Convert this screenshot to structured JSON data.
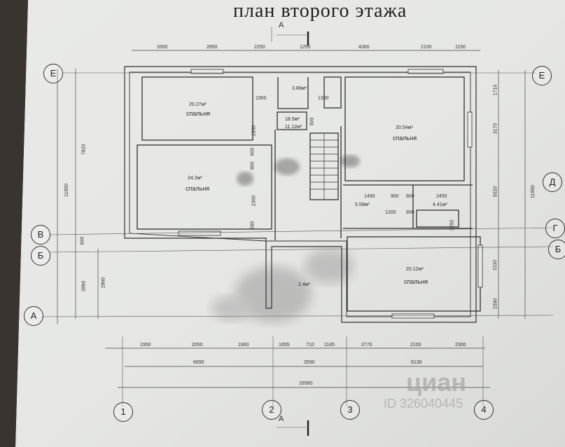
{
  "plan": {
    "title": "план второго этажа",
    "section_mark": "A",
    "rooms": [
      {
        "area": "20.27м²",
        "label": "спальня"
      },
      {
        "area": "24.2м²",
        "label": "спальня"
      },
      {
        "area": "20.54м²",
        "label": "спальня"
      },
      {
        "area": "20.12м²",
        "label": "спальня"
      },
      {
        "area": "3.88м²",
        "label": ""
      },
      {
        "area": "18.5м²",
        "label": ""
      },
      {
        "area": "11.12м²",
        "label": ""
      },
      {
        "area": "5.58м²",
        "label": ""
      },
      {
        "area": "4.41м²",
        "label": ""
      },
      {
        "area": "2.4м²",
        "label": ""
      }
    ],
    "top_dims": [
      "3350",
      "2850",
      "2250",
      "1250",
      "4360",
      "2100",
      "1150"
    ],
    "bottom_dims": [
      "1950",
      "2050",
      "1900",
      "1655",
      "710",
      "1145",
      "2770",
      "2100",
      "2300"
    ],
    "subtotals": [
      "6690",
      "3590",
      "6130"
    ],
    "total": "16580",
    "left_dims": [
      "11950",
      "7820",
      "600",
      "2860",
      "2860"
    ],
    "right_dims": [
      "1710",
      "3170",
      "5020",
      "11950",
      "2110",
      "1590"
    ],
    "inner_dims": [
      "1950",
      "1390",
      "1490",
      "900",
      "800",
      "2450",
      "1200",
      "800",
      "2300",
      "1950",
      "600",
      "900",
      "580",
      "500",
      "3250"
    ],
    "axes_left": [
      "Е",
      "В",
      "Б",
      "А"
    ],
    "axes_right": [
      "Е",
      "Д",
      "Г",
      "Б"
    ],
    "axes_bottom": [
      "1",
      "2",
      "3",
      "4"
    ],
    "watermark": {
      "brand": "циан",
      "id": "ID 326040445"
    }
  }
}
